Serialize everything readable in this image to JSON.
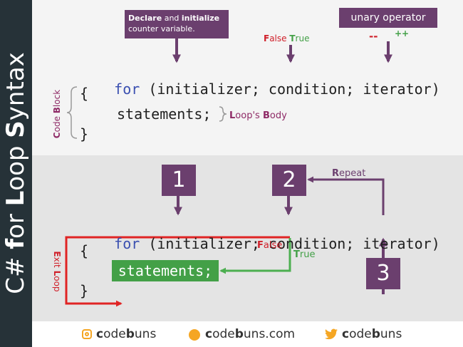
{
  "sidebar": {
    "title_prefix": "C# ",
    "title_f": "f",
    "title_or": "or ",
    "title_L": "L",
    "title_oop": "oop ",
    "title_S": "S",
    "title_yntax": "yntax"
  },
  "top": {
    "declare_bold1": "Declare",
    "declare_and": " and ",
    "declare_bold2": "initialize",
    "declare_line2": "counter variable.",
    "false_F": "F",
    "false_rest": "alse ",
    "true_T": "T",
    "true_rest": "rue",
    "unary_label": "unary operator",
    "decrement": "--",
    "increment": "++",
    "body_L": "L",
    "body_oops": "oop's ",
    "body_B": "B",
    "body_ody": "ody",
    "block_C": "C",
    "block_ode": "ode ",
    "block_B": "B",
    "block_lock": "lock"
  },
  "code": {
    "keyword": "for",
    "signature": "(initializer; condition; iterator)",
    "open_brace": "{",
    "statements": "statements;",
    "close_brace": "}"
  },
  "steps": {
    "one": "1",
    "two": "2",
    "three": "3"
  },
  "bottom": {
    "repeat_R": "R",
    "repeat_rest": "epeat",
    "false_F": "F",
    "false_rest": "alse",
    "true_T": "T",
    "true_rest": "rue",
    "exit_E": "E",
    "exit_xit": "xit ",
    "exit_L": "L",
    "exit_oop": "oop"
  },
  "footer": {
    "handle_c": "c",
    "handle_ode": "ode",
    "handle_b": "b",
    "handle_uns": "uns",
    "website_rest": "uns.com"
  },
  "colors": {
    "sidebar": "#263238",
    "accent_purple": "#6b3f6e",
    "keyword_blue": "#3a4fb0",
    "false_red": "#d0202a",
    "true_green": "#43a047",
    "footer_icon": "#f5a623"
  },
  "icons": [
    "instagram-icon",
    "globe-icon",
    "twitter-icon"
  ]
}
